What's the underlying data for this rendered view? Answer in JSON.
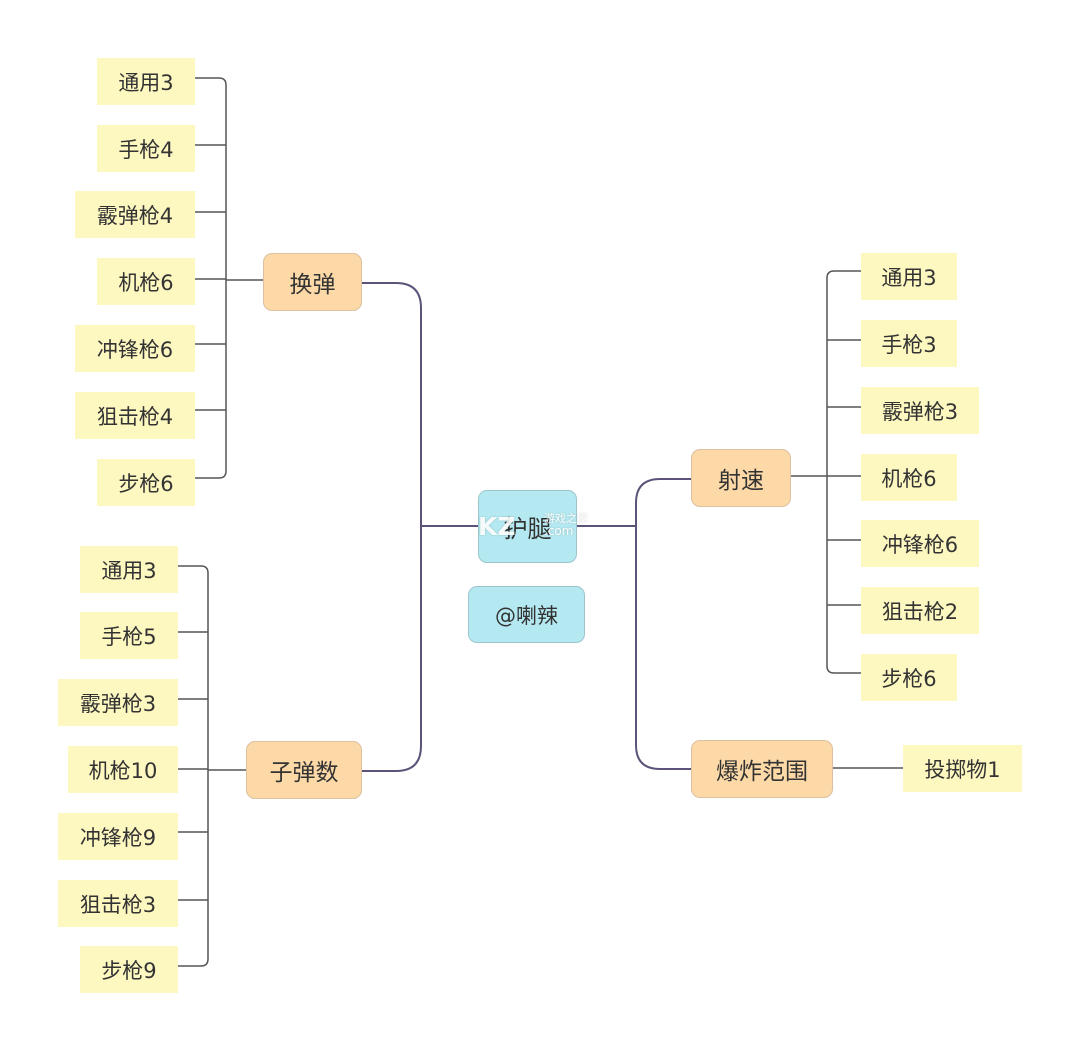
{
  "center": {
    "label": "护腿",
    "author": "@喇辣"
  },
  "colors": {
    "leaf_bg": "#fdf7c0",
    "branch_bg": "#fcd9a7",
    "center_bg": "#b5e9f1",
    "main_line": "#5d5378",
    "leaf_line": "#555555"
  },
  "branches": {
    "reload": {
      "label": "换弹",
      "items": [
        "通用3",
        "手枪4",
        "霰弹枪4",
        "机枪6",
        "冲锋枪6",
        "狙击枪4",
        "步枪6"
      ]
    },
    "ammo": {
      "label": "子弹数",
      "items": [
        "通用3",
        "手枪5",
        "霰弹枪3",
        "机枪10",
        "冲锋枪9",
        "狙击枪3",
        "步枪9"
      ]
    },
    "fire_rate": {
      "label": "射速",
      "items": [
        "通用3",
        "手枪3",
        "霰弹枪3",
        "机枪6",
        "冲锋枪6",
        "狙击枪2",
        "步枪6"
      ]
    },
    "explosion": {
      "label": "爆炸范围",
      "items": [
        "投掷物1"
      ]
    }
  },
  "watermark": {
    "logo": "KZ",
    "line1": "游戏之家",
    "line2": ".com"
  }
}
